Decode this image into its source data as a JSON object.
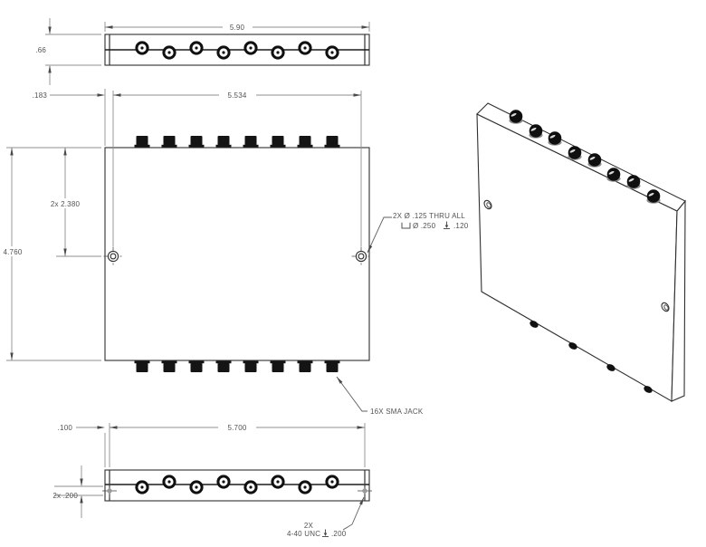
{
  "page": {
    "background": "#ffffff",
    "line_color": "#2f2f2f",
    "dim_color": "#8f8f8f",
    "text_color": "#525252"
  },
  "drawing": {
    "kind": "mechanical-drawing",
    "dims": {
      "top_length": "5.90",
      "top_thickness": ".66",
      "edge_to_hole": ".183",
      "hole_span": "5.534",
      "hole_height": "2x 2.380",
      "body_height": "4.760",
      "bottom_edge_offset": ".100",
      "bottom_hole_span": "5.700",
      "jack_offset": "2x .200"
    },
    "callouts": {
      "cbore_line1": "2X Ø .125 THRU ALL",
      "cbore_dia": "Ø .250",
      "cbore_depth": ".120",
      "sma_jacks": "16X SMA JACK",
      "tap_qty": "2X",
      "tap_thread": "4-40 UNC",
      "tap_depth": ".200"
    }
  }
}
